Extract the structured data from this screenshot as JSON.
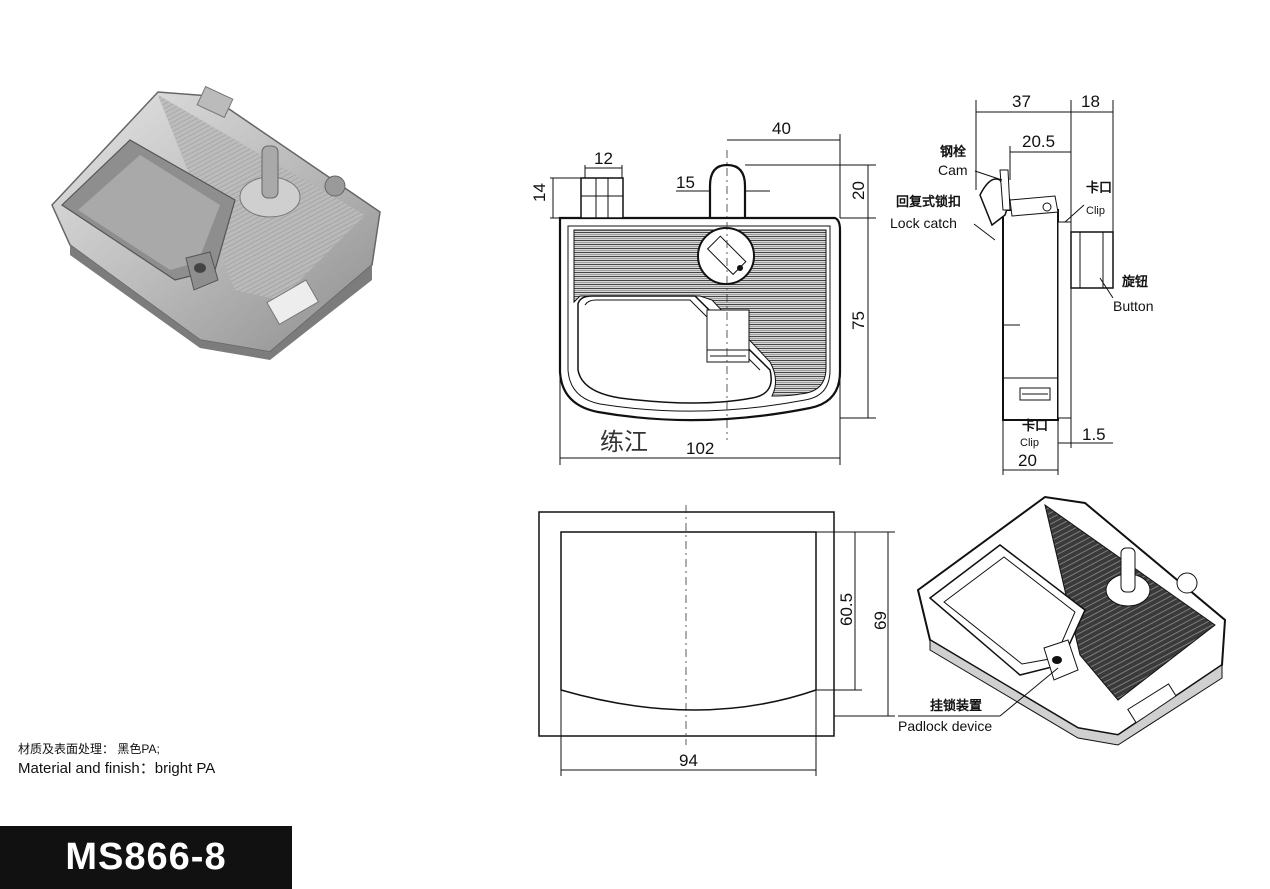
{
  "material": {
    "zh": "材质及表面处理：  黑色PA;",
    "en": "Material and finish：bright PA"
  },
  "model": "MS866-8",
  "front_view": {
    "dims": {
      "d12": "12",
      "d14": "14",
      "d15": "15",
      "d40": "40",
      "d20": "20",
      "d75": "75",
      "d102": "102"
    },
    "watermark": "练江"
  },
  "side_view": {
    "dims": {
      "d37": "37",
      "d18": "18",
      "d205": "20.5",
      "d15": "1.5",
      "d20": "20"
    },
    "labels": {
      "cam_zh": "钢栓",
      "cam_en": "Cam",
      "catch_zh": "回复式锁扣",
      "catch_en": "Lock catch",
      "clip_top_zh": "卡口",
      "clip_top_en": "Clip",
      "button_zh": "旋钮",
      "button_en": "Button",
      "clip_bot_zh": "卡口",
      "clip_bot_en": "Clip"
    }
  },
  "cutout_view": {
    "dims": {
      "d605": "60.5",
      "d69": "69",
      "d94": "94"
    }
  },
  "iso_view": {
    "labels": {
      "padlock_zh": "挂锁装置",
      "padlock_en": "Padlock device"
    }
  },
  "colors": {
    "ink": "#111111",
    "grey_body": "#bdbdbd",
    "dark_ribs": "#555555"
  }
}
